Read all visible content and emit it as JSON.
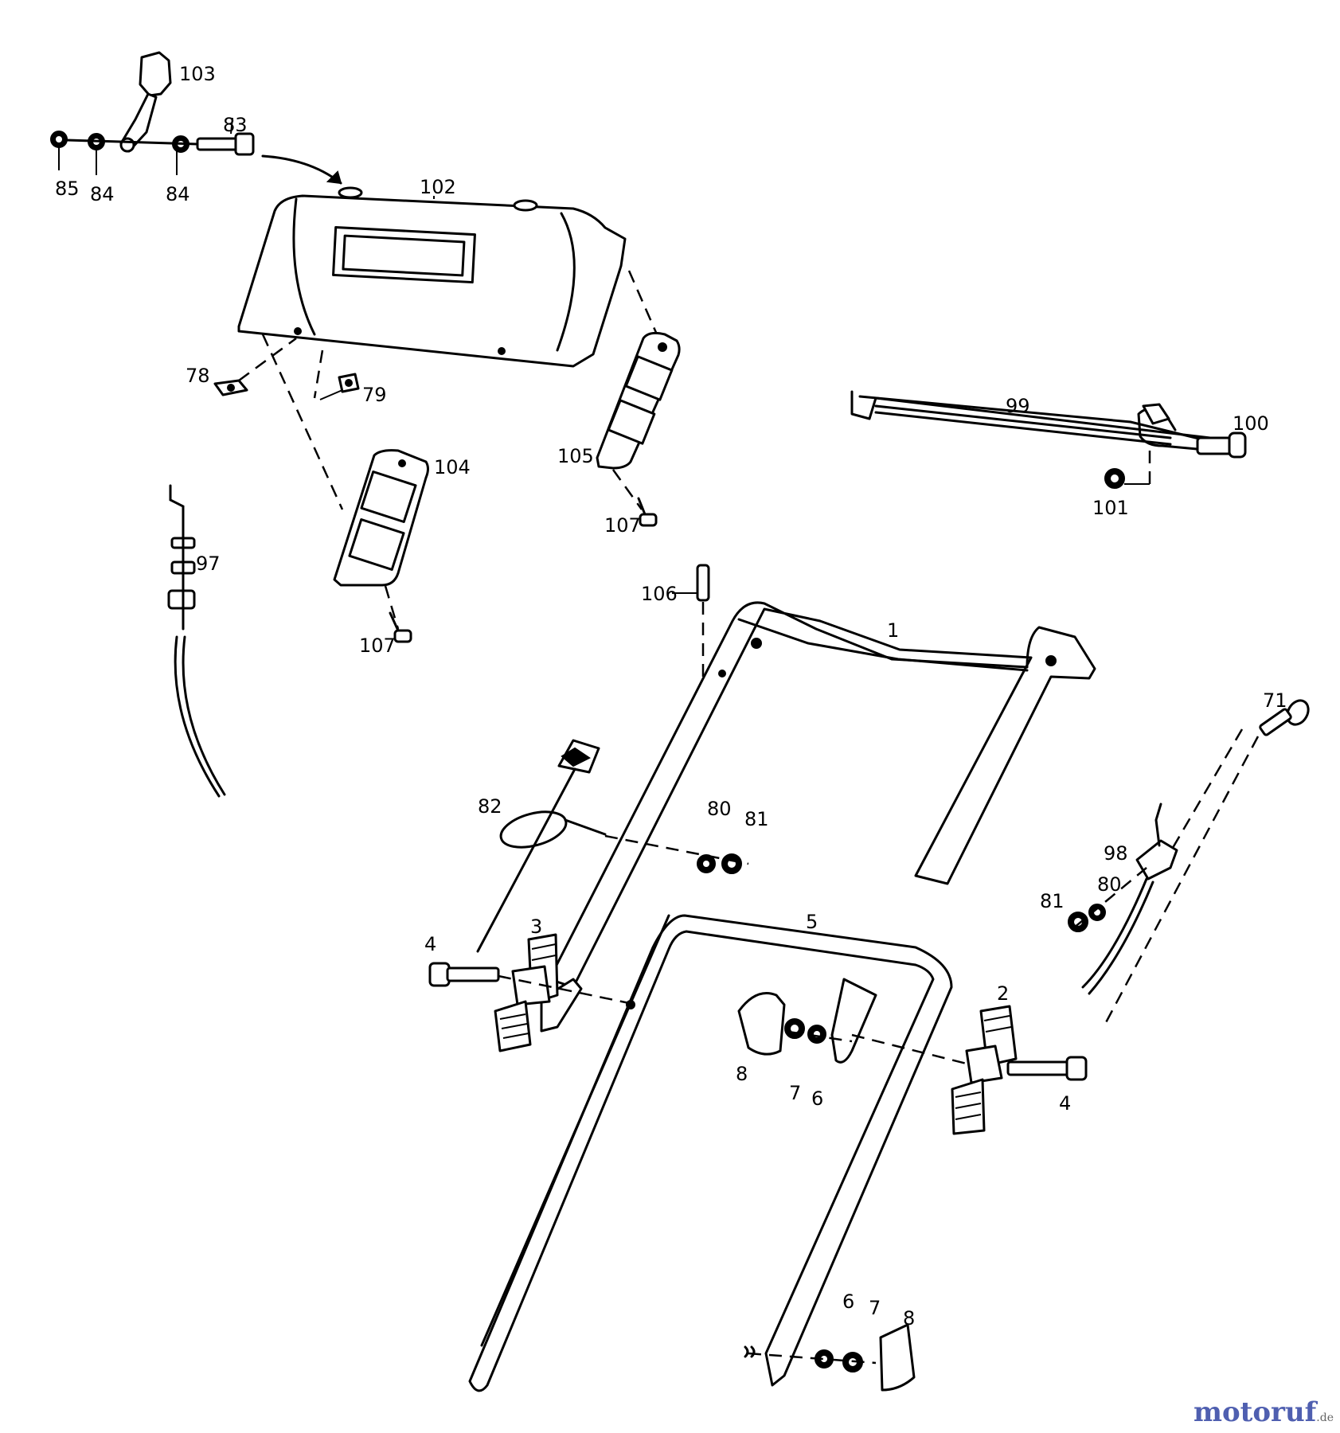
{
  "labels": {
    "p1": "1",
    "p2": "2",
    "p3": "3",
    "p4a": "4",
    "p4b": "4",
    "p5": "5",
    "p6a": "6",
    "p6b": "6",
    "p7a": "7",
    "p7b": "7",
    "p8a": "8",
    "p8b": "8",
    "p71": "71",
    "p78": "78",
    "p79": "79",
    "p80a": "80",
    "p80b": "80",
    "p81a": "81",
    "p81b": "81",
    "p82": "82",
    "p83": "83",
    "p84a": "84",
    "p84b": "84",
    "p85": "85",
    "p97": "97",
    "p98": "98",
    "p99": "99",
    "p100": "100",
    "p101": "101",
    "p102": "102",
    "p103": "103",
    "p104": "104",
    "p105": "105",
    "p106": "106",
    "p107a": "107",
    "p107b": "107"
  },
  "watermark": {
    "brand_main": "motoruf",
    "brand_accent": "",
    "suffix": ".de"
  },
  "colors": {
    "lines": "#000000",
    "background": "#ffffff",
    "watermark_blue": "#4f5fb0",
    "watermark_orange": "#e89a2e"
  }
}
